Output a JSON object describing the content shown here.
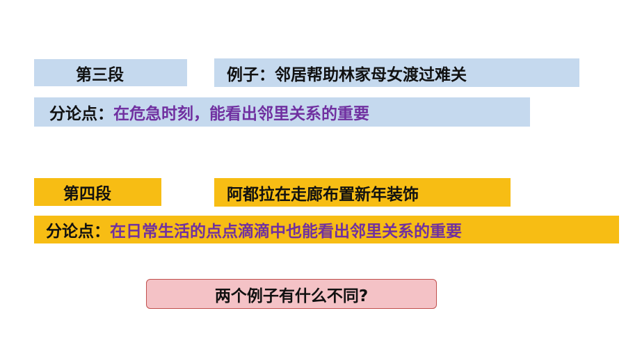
{
  "section3": {
    "heading": "第三段",
    "example": "例子：邻居帮助林家母女渡过难关",
    "point_label": "分论点：",
    "point_text": "在危急时刻，能看出邻里关系的重要"
  },
  "section4": {
    "heading": "第四段",
    "example": "阿都拉在走廊布置新年装饰",
    "point_label": "分论点：",
    "point_text": "在日常生活的点点滴滴中也能看出邻里关系的重要"
  },
  "question": "两个例子有什么不同?",
  "colors": {
    "blue_box": "#c5d9ee",
    "gold_box": "#f7bd14",
    "pink_box": "#f4c2c6",
    "pink_border": "#c0504d",
    "point_text": "#7030a0"
  }
}
